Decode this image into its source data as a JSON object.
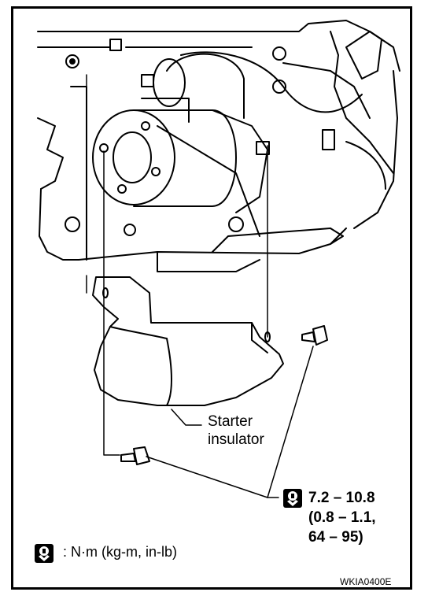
{
  "labels": {
    "starter_insulator_line1": "Starter",
    "starter_insulator_line2": "insulator",
    "torque_line1": "7.2 – 10.8",
    "torque_line2": "(0.8 – 1.1,",
    "torque_line3": "64 – 95)",
    "legend": ": N·m (kg-m, in-lb)",
    "figure_code": "WKIA0400E"
  },
  "icons": {
    "torque": "tightening-torque-icon"
  },
  "colors": {
    "line": "#000000",
    "background": "#ffffff"
  }
}
